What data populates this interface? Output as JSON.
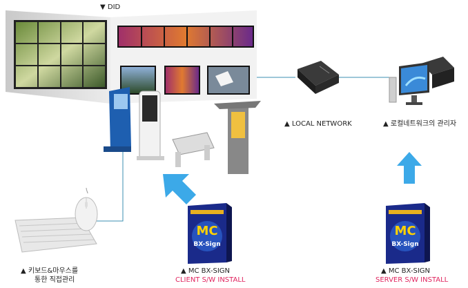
{
  "did": {
    "label": "▼ DID"
  },
  "network": {
    "label": "▲ LOCAL NETWORK"
  },
  "admin": {
    "label": "▲ 로컬네트워크의 관리자"
  },
  "keyboard": {
    "line1": "▲ 키보드&마우스를",
    "line2": "통한 직접관리"
  },
  "client": {
    "line1": "▲ MC BX-SIGN",
    "line2": "CLIENT S/W INSTALL"
  },
  "server": {
    "line1": "▲ MC BX-SIGN",
    "line2": "SERVER S/W INSTALL"
  },
  "box": {
    "big": "MC",
    "small": "BX-Sign"
  },
  "colors": {
    "arrow": "#3ca9e8",
    "accent": "#e0245e",
    "line": "#3b8fb0"
  },
  "icons": [
    "video-wall-icon",
    "kiosk-icon",
    "router-icon",
    "pc-monitor-icon",
    "keyboard-icon",
    "mouse-icon",
    "software-box-icon",
    "arrow-up-icon"
  ]
}
